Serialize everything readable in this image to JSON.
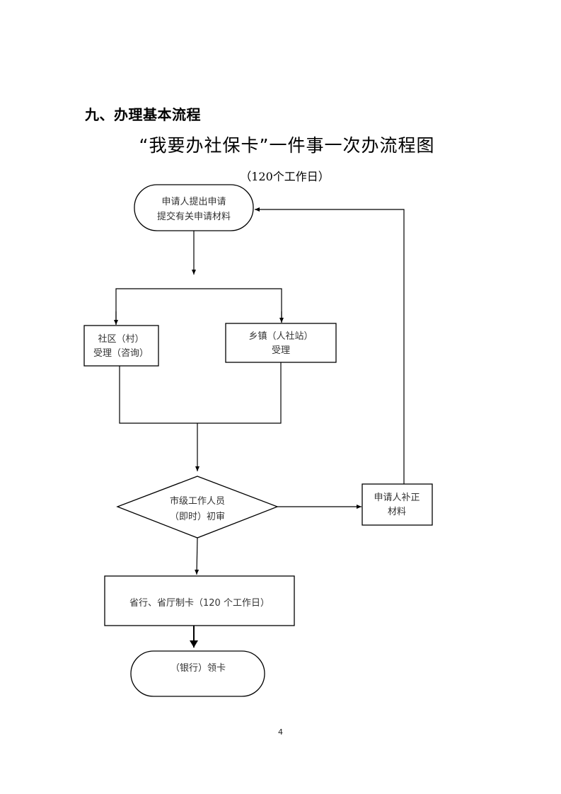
{
  "section": {
    "heading": "九、办理基本流程"
  },
  "document": {
    "title": "“我要办社保卡”一件事一次办流程图",
    "subtitle": "（120个工作日）"
  },
  "flowchart": {
    "nodes": [
      {
        "id": "apply",
        "shape": "terminal",
        "lines": [
          "申请人提出申请",
          "提交有关申请材料"
        ]
      },
      {
        "id": "community",
        "shape": "process",
        "lines": [
          "社区（村）",
          "受理（咨询）"
        ]
      },
      {
        "id": "township",
        "shape": "process",
        "lines": [
          "乡镇（人社站）",
          "受理"
        ]
      },
      {
        "id": "review",
        "shape": "decision",
        "lines": [
          "市级工作人员",
          "（即时）初审"
        ]
      },
      {
        "id": "supplement",
        "shape": "process",
        "lines": [
          "申请人补正",
          "材料"
        ]
      },
      {
        "id": "make-card",
        "shape": "process",
        "lines": [
          "省行、省厅制卡（120 个工作日）"
        ]
      },
      {
        "id": "collect",
        "shape": "terminal",
        "lines": [
          "（银行）领卡"
        ]
      }
    ],
    "edges": [
      {
        "from": "apply",
        "to": [
          "community",
          "township"
        ]
      },
      {
        "from": [
          "community",
          "township"
        ],
        "to": "review"
      },
      {
        "from": "review",
        "to": "supplement"
      },
      {
        "from": "supplement",
        "to": "apply"
      },
      {
        "from": "review",
        "to": "make-card"
      },
      {
        "from": "make-card",
        "to": "collect"
      }
    ]
  },
  "page": {
    "number": "4"
  }
}
